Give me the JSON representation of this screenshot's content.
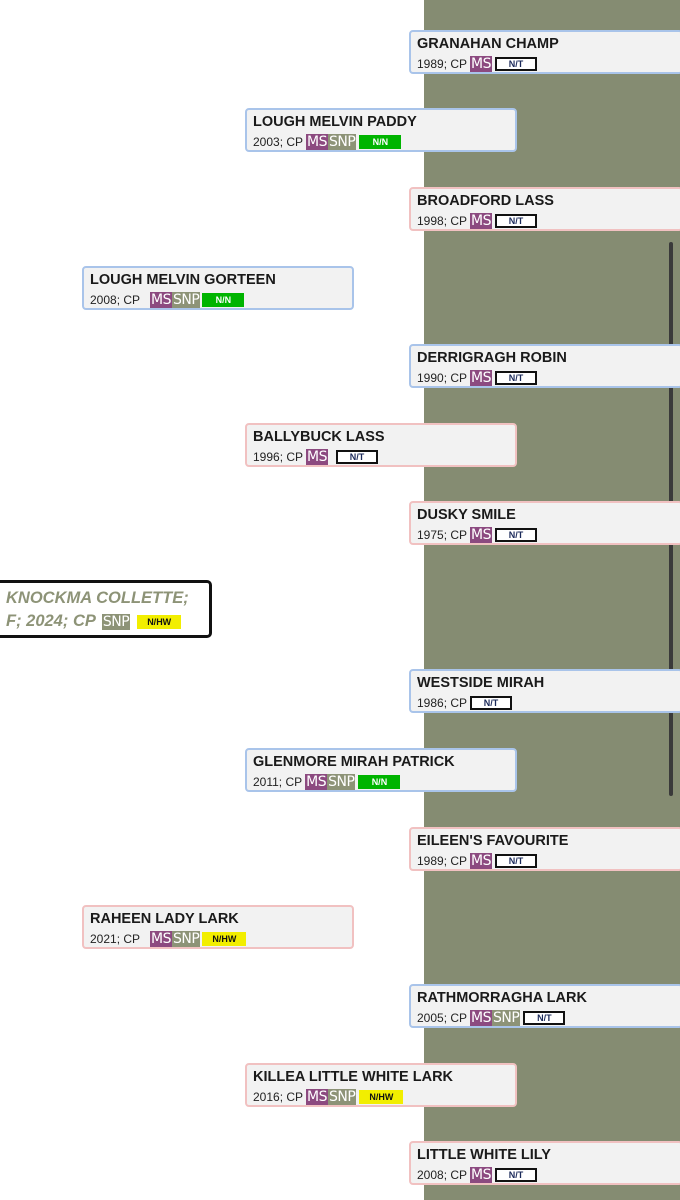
{
  "colors": {
    "background": "#ffffff",
    "green_band": "#858c72",
    "male_border": "#a9c4ea",
    "female_border": "#f1c1c1",
    "ms_chip": "#8c4a80",
    "snp_chip": "#8d9377",
    "nn_badge": "#00b400",
    "nhw_badge": "#f2ee00",
    "subject_text": "#8d9377"
  },
  "subject": {
    "line1": "KNOCKMA COLLETTE;",
    "line2": "F; 2024; CP",
    "snp": "SNP",
    "status": "N/HW"
  },
  "pedigree": {
    "sire": {
      "name": "LOUGH MELVIN GORTEEN",
      "info": "2008; CP",
      "ms": "MS",
      "snp": "SNP",
      "status": "N/N",
      "sire": {
        "name": "LOUGH MELVIN PADDY",
        "info": "2003; CP",
        "ms": "MS",
        "snp": "SNP",
        "status": "N/N",
        "sire": {
          "name": "GRANAHAN CHAMP",
          "info": "1989; CP",
          "ms": "MS",
          "status": "N/T"
        },
        "dam": {
          "name": "BROADFORD LASS",
          "info": "1998; CP",
          "ms": "MS",
          "status": "N/T"
        }
      },
      "dam": {
        "name": "BALLYBUCK LASS",
        "info": "1996; CP",
        "ms": "MS",
        "status": "N/T",
        "sire": {
          "name": "DERRIGRAGH ROBIN",
          "info": "1990; CP",
          "ms": "MS",
          "status": "N/T"
        },
        "dam": {
          "name": "DUSKY SMILE",
          "info": "1975; CP",
          "ms": "MS",
          "status": "N/T"
        }
      }
    },
    "dam": {
      "name": "RAHEEN LADY LARK",
      "info": "2021; CP",
      "ms": "MS",
      "snp": "SNP",
      "status": "N/HW",
      "sire": {
        "name": "GLENMORE MIRAH PATRICK",
        "info": "2011; CP",
        "ms": "MS",
        "snp": "SNP",
        "status": "N/N",
        "sire": {
          "name": "WESTSIDE MIRAH",
          "info": "1986; CP",
          "status": "N/T"
        },
        "dam": {
          "name": "EILEEN'S FAVOURITE",
          "info": "1989; CP",
          "ms": "MS",
          "status": "N/T"
        }
      },
      "dam": {
        "name": "KILLEA LITTLE WHITE LARK",
        "info": "2016; CP",
        "ms": "MS",
        "snp": "SNP",
        "status": "N/HW",
        "sire": {
          "name": "RATHMORRAGHA LARK",
          "info": "2005; CP",
          "ms": "MS",
          "snp": "SNP",
          "status": "N/T"
        },
        "dam": {
          "name": "LITTLE WHITE LILY",
          "info": "2008; CP",
          "ms": "MS",
          "status": "N/T"
        }
      }
    }
  }
}
